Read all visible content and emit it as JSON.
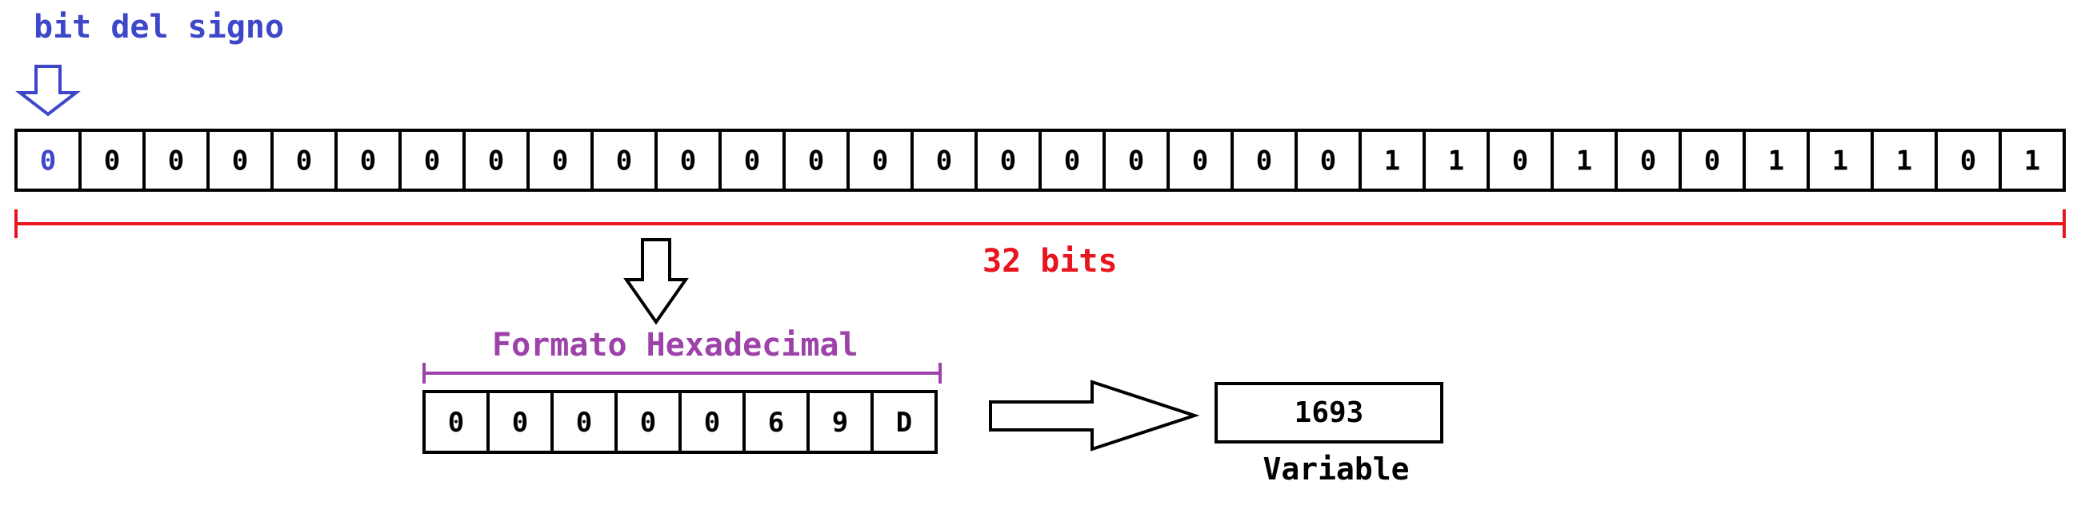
{
  "sign_bit_label": "bit del signo",
  "bits": [
    "0",
    "0",
    "0",
    "0",
    "0",
    "0",
    "0",
    "0",
    "0",
    "0",
    "0",
    "0",
    "0",
    "0",
    "0",
    "0",
    "0",
    "0",
    "0",
    "0",
    "0",
    "1",
    "1",
    "0",
    "1",
    "0",
    "0",
    "1",
    "1",
    "1",
    "0",
    "1"
  ],
  "bits_caption": "32 bits",
  "hex_caption": "Formato Hexadecimal",
  "hex_digits": [
    "0",
    "0",
    "0",
    "0",
    "0",
    "6",
    "9",
    "D"
  ],
  "variable": {
    "value": "1693",
    "label": "Variable"
  },
  "colors": {
    "sign": "#3d47c8",
    "bits_span": "#e8141e",
    "hex_span": "#9c42a8",
    "stroke": "#000000"
  }
}
